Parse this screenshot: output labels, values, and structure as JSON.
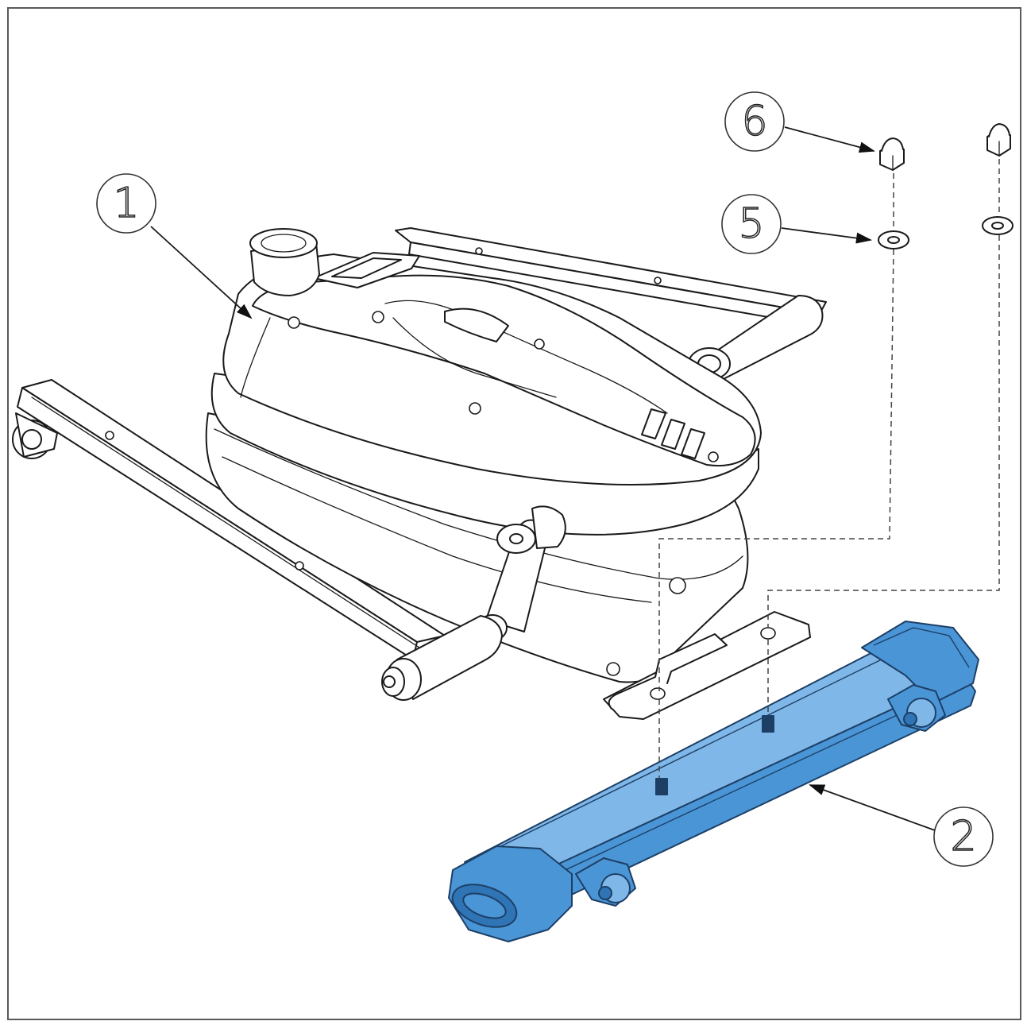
{
  "diagram": {
    "callouts": [
      {
        "id": "part-1",
        "label": "1"
      },
      {
        "id": "part-2",
        "label": "2"
      },
      {
        "id": "part-5",
        "label": "5"
      },
      {
        "id": "part-6",
        "label": "6"
      }
    ],
    "colors": {
      "highlight_part_fill": "#4a95d6",
      "highlight_part_dark": "#2f74b5",
      "highlight_part_light": "#7fb8e8",
      "line_art": "#1a1a1a",
      "background": "#ffffff",
      "frame": "#5a5a5a"
    }
  }
}
